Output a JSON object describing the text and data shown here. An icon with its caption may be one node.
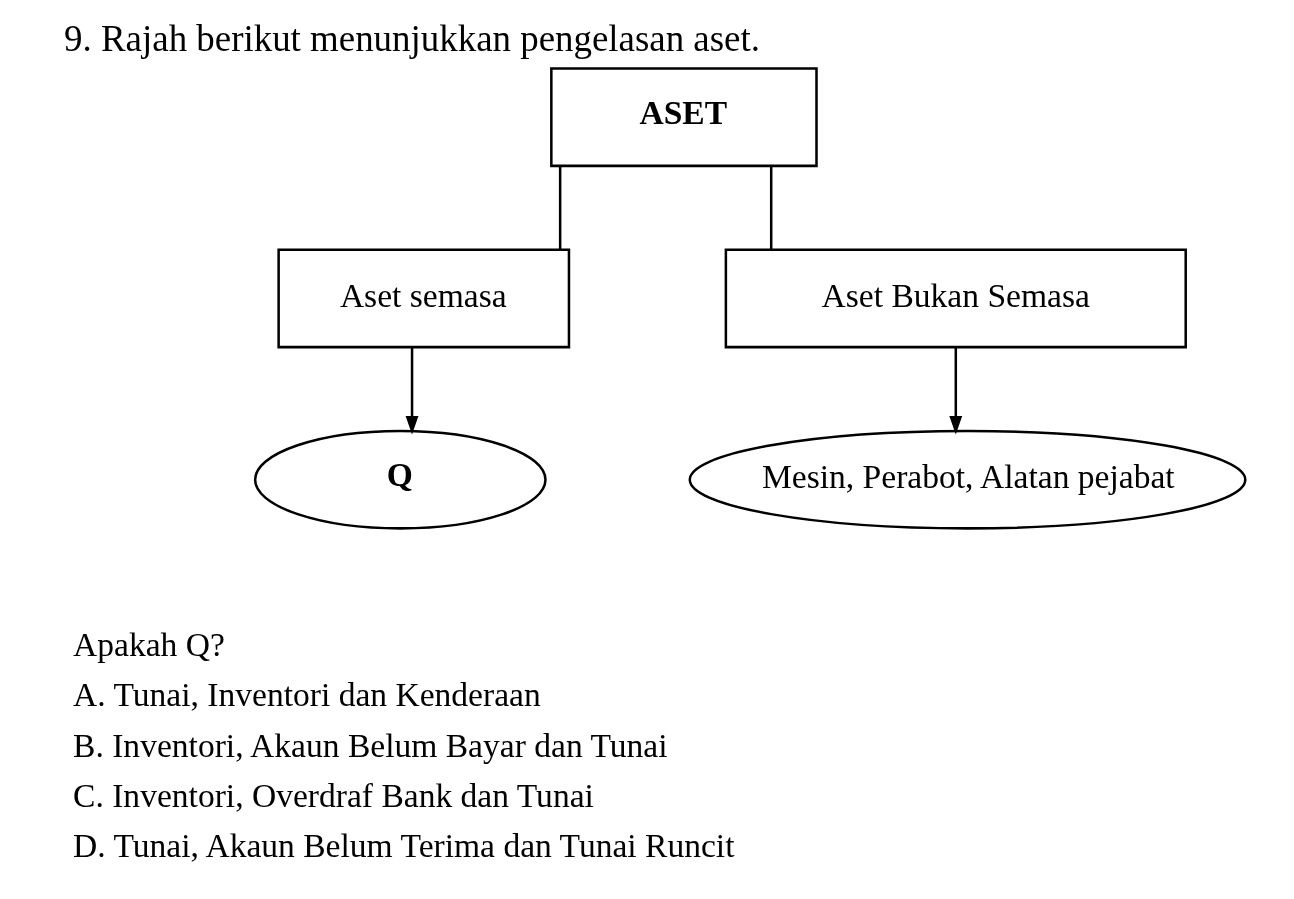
{
  "diagram": {
    "title": "9. Rajah berikut menunjukkan pengelasan aset.",
    "nodes": [
      {
        "text": [
          "ASET"
        ]
      },
      {
        "text": [
          "Aset semasa"
        ]
      },
      {
        "text": [
          "Aset Bukan Semasa"
        ]
      },
      {
        "text": [
          "Q"
        ]
      },
      {
        "text": [
          "Mesin, Perabot, Alatan pejabat"
        ]
      }
    ],
    "edges": [
      {
        "from": 0,
        "to": 1,
        "arrow": "none"
      },
      {
        "from": 0,
        "to": 2,
        "arrow": "none"
      },
      {
        "from": 1,
        "to": 3,
        "arrow": "to"
      },
      {
        "from": 2,
        "to": 4,
        "arrow": "to"
      }
    ],
    "labels": [
      "Apakah Q?",
      "A. Tunai, Inventori dan Kenderaan",
      "B. Inventori, Akaun Belum Bayar dan Tunai",
      "C. Inventori, Overdraf Bank dan Tunai",
      "D. Tunai, Akaun Belum Terima dan Tunai Runcit"
    ]
  }
}
